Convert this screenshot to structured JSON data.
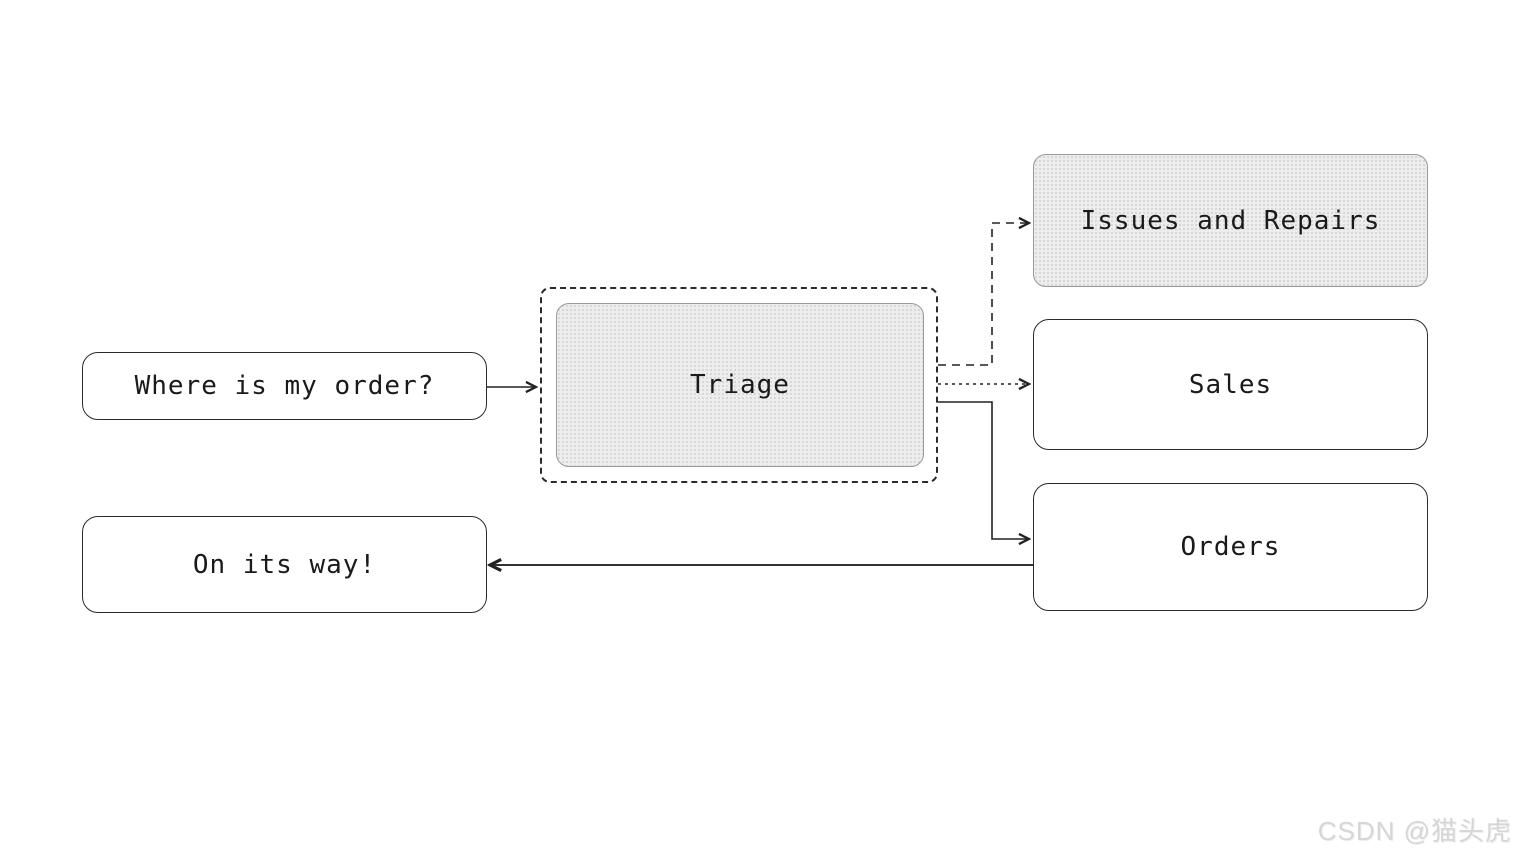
{
  "diagram": {
    "title": "customer support triage flowchart",
    "nodes": {
      "question": {
        "label": "Where is my order?",
        "kind": "plain"
      },
      "triage": {
        "label": "Triage",
        "kind": "shaded-highlighted"
      },
      "issues": {
        "label": "Issues and Repairs",
        "kind": "shaded"
      },
      "sales": {
        "label": "Sales",
        "kind": "plain"
      },
      "orders": {
        "label": "Orders",
        "kind": "plain"
      },
      "done": {
        "label": "On its way!",
        "kind": "plain"
      }
    },
    "edges": [
      {
        "from": "question",
        "to": "triage",
        "style": "solid"
      },
      {
        "from": "triage",
        "to": "issues",
        "style": "dashed"
      },
      {
        "from": "triage",
        "to": "sales",
        "style": "dashed"
      },
      {
        "from": "triage",
        "to": "orders",
        "style": "solid"
      },
      {
        "from": "orders",
        "to": "done",
        "style": "solid"
      }
    ],
    "colors": {
      "background": "#ffffff",
      "node_fill_plain": "#ffffff",
      "node_fill_shaded": "#ededed",
      "node_border_plain": "#2b2b2b",
      "node_border_shaded": "#999999",
      "line": "#222222",
      "text": "#1a1a1a"
    }
  },
  "watermark": {
    "text": "CSDN @猫头虎"
  }
}
